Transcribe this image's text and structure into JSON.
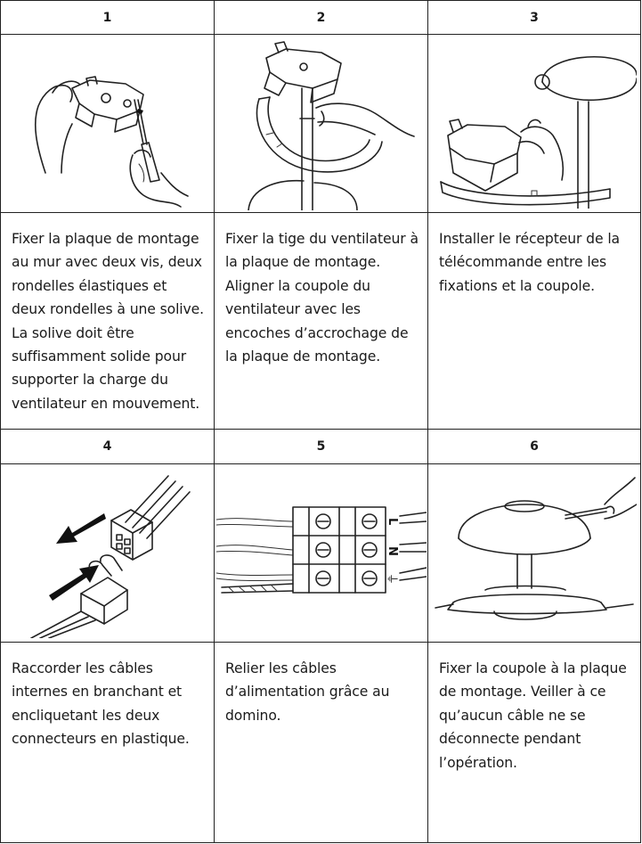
{
  "steps": [
    {
      "number": "1",
      "illustration": "wall-plate-screwdriver-illustration",
      "text": "Fixer la plaque de montage au mur avec deux vis, deux rondelles élastiques et deux rondelles à une solive. La solive doit être suffisamment solide pour supporter la charge du ventilateur en mouvement."
    },
    {
      "number": "2",
      "illustration": "fan-rod-mounting-illustration",
      "text": "Fixer la tige du ventilateur à la plaque de montage. Aligner la coupole du ventilateur avec les encoches d’accrochage de la plaque de montage."
    },
    {
      "number": "3",
      "illustration": "remote-receiver-canopy-illustration",
      "text": "Installer le récepteur de la télécommande entre les fixations et la coupole."
    },
    {
      "number": "4",
      "illustration": "plastic-connectors-illustration",
      "text": "Raccorder les câbles internes en branchant et encliquetant les deux connecteurs en plastique."
    },
    {
      "number": "5",
      "illustration": "terminal-block-illustration",
      "text": "Relier les câbles d’alimentation grâce au domino.",
      "terminal_labels": [
        "L",
        "N",
        "⏚"
      ]
    },
    {
      "number": "6",
      "illustration": "canopy-screw-fixing-illustration",
      "text": "Fixer la coupole à la plaque de montage. Veiller à ce qu’aucun câble ne se déconnecte pendant l’opération."
    }
  ]
}
